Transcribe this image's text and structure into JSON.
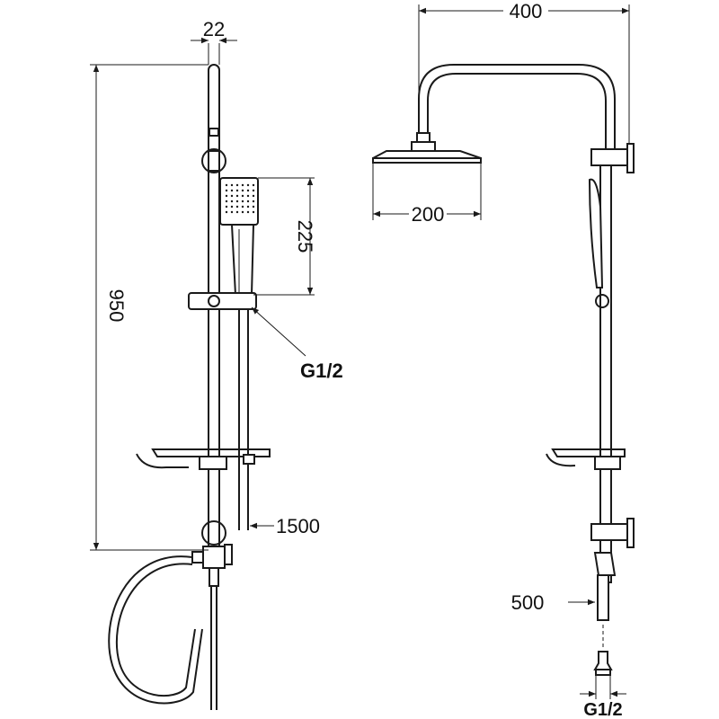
{
  "left_view": {
    "dim_rail_width": "22",
    "dim_total_height": "950",
    "dim_hand_shower_length": "225",
    "connection_thread": "G1/2",
    "dim_hose_length": "1500"
  },
  "right_view": {
    "dim_arm_reach": "400",
    "dim_head_width": "200",
    "dim_pipe_length": "500",
    "connection_thread": "G1/2"
  },
  "colors": {
    "line": "#1a1a1a",
    "background": "#ffffff"
  }
}
